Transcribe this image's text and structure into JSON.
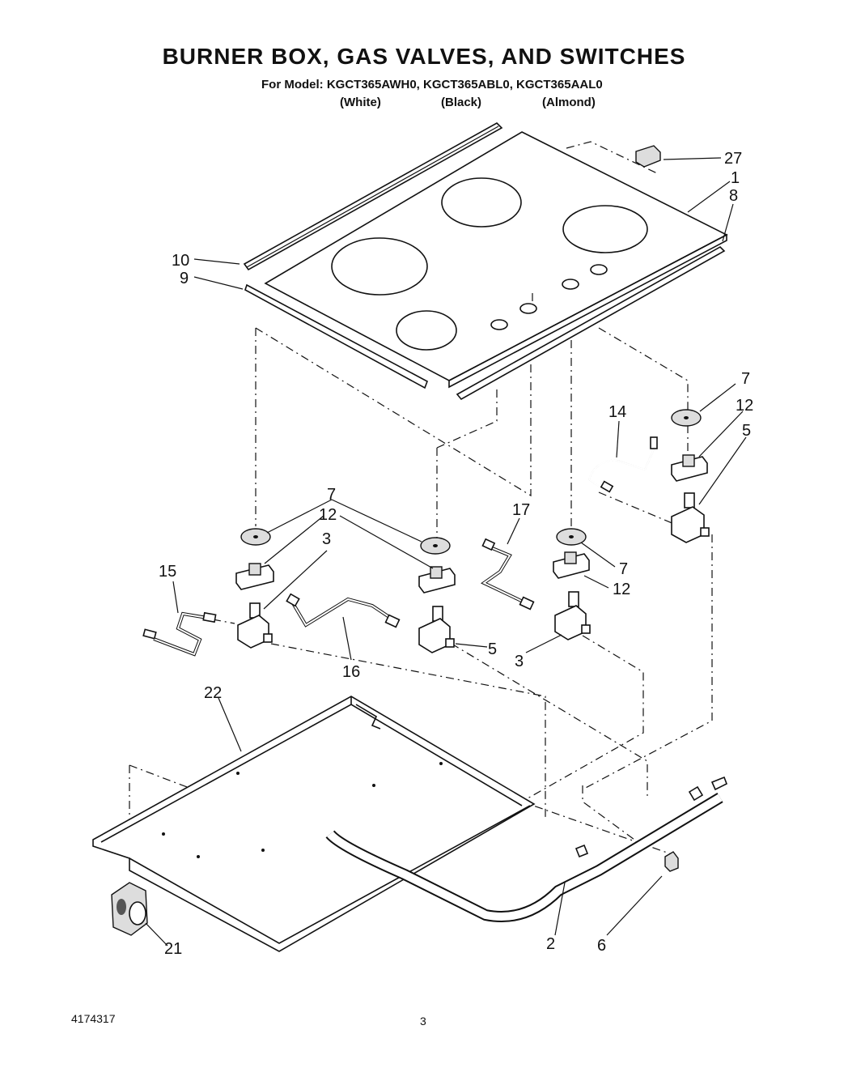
{
  "header": {
    "title": "BURNER BOX, GAS VALVES, AND SWITCHES",
    "model_line": "For Model: KGCT365AWH0, KGCT365ABL0, KGCT365AAL0",
    "colors": [
      "(White)",
      "(Black)",
      "(Almond)"
    ]
  },
  "callouts": {
    "c27": "27",
    "c1": "1",
    "c8": "8",
    "c10": "10",
    "c9": "9",
    "c7a": "7",
    "c12a": "12",
    "c5a": "5",
    "c14": "14",
    "c7b": "7",
    "c12b": "12",
    "c3a": "3",
    "c17": "17",
    "c15": "15",
    "c7c": "7",
    "c12c": "12",
    "c16": "16",
    "c5b": "5",
    "c3b": "3",
    "c22": "22",
    "c2": "2",
    "c6": "6",
    "c21": "21"
  },
  "footer": {
    "doc_number": "4174317",
    "page_number": "3"
  }
}
